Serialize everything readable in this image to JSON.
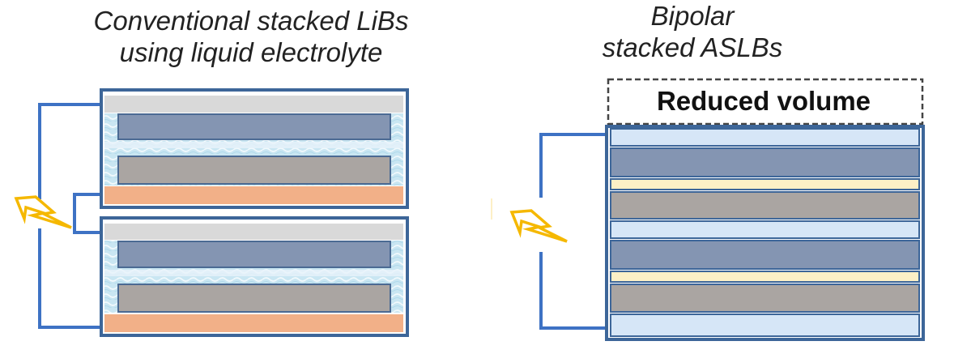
{
  "left_title": {
    "line1": "Conventional stacked LiBs",
    "line2": "using liquid electrolyte"
  },
  "right_title": {
    "line1": "Bipolar",
    "line2": "stacked ASLBs"
  },
  "reduced_volume_label": "Reduced volume",
  "colors": {
    "cell_border": "#3d6699",
    "wire": "#3e72c4",
    "current_collector_top": "#d9d9d9",
    "anode_layer": "#8495b2",
    "cathode_layer": "#aaa5a2",
    "copper_collector": "#f2b088",
    "liquid_electrolyte": "#c9e6f2",
    "separator_light_blue": "#d6e6f7",
    "solid_electrolyte_yellow": "#fdf0c6",
    "lightning": "#f5b800",
    "dashed_box": "#444444"
  },
  "icons": [
    "lightning-bolt-icon",
    "lightning-bolt-icon"
  ]
}
